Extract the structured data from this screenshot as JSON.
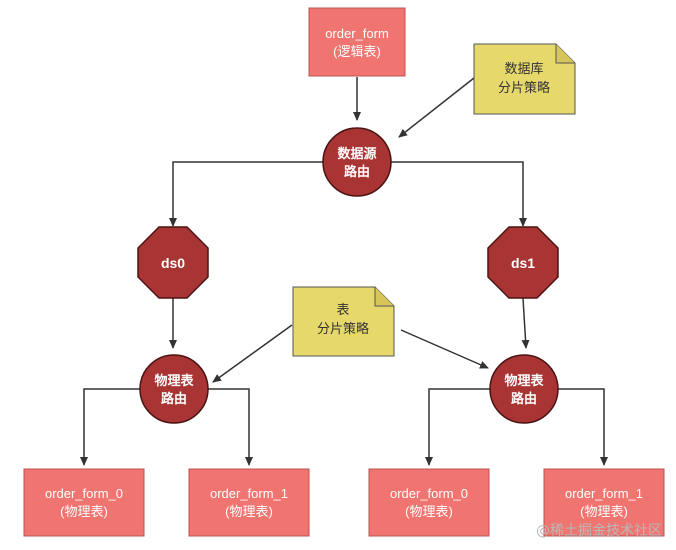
{
  "diagram": {
    "top_table": {
      "line1": "order_form",
      "line2": "(逻辑表)"
    },
    "db_strategy_note": {
      "line1": "数据库",
      "line2": "分片策略"
    },
    "ds_router": {
      "line1": "数据源",
      "line2": "路由"
    },
    "ds0": {
      "label": "ds0"
    },
    "ds1": {
      "label": "ds1"
    },
    "table_strategy_note": {
      "line1": "表",
      "line2": "分片策略"
    },
    "left_router": {
      "line1": "物理表",
      "line2": "路由"
    },
    "right_router": {
      "line1": "物理表",
      "line2": "路由"
    },
    "physical_tables": [
      {
        "line1": "order_form_0",
        "line2": "(物理表)"
      },
      {
        "line1": "order_form_1",
        "line2": "(物理表)"
      },
      {
        "line1": "order_form_0",
        "line2": "(物理表)"
      },
      {
        "line1": "order_form_1",
        "line2": "(物理表)"
      }
    ],
    "watermark": "@稀土掘金技术社区"
  },
  "colors": {
    "table_fill": "#f07470",
    "table_stroke": "#b85450",
    "note_fill": "#e7d86c",
    "note_stroke": "#555555",
    "router_fill": "#a83434",
    "router_stroke": "#4a1414",
    "edge": "#333333"
  }
}
